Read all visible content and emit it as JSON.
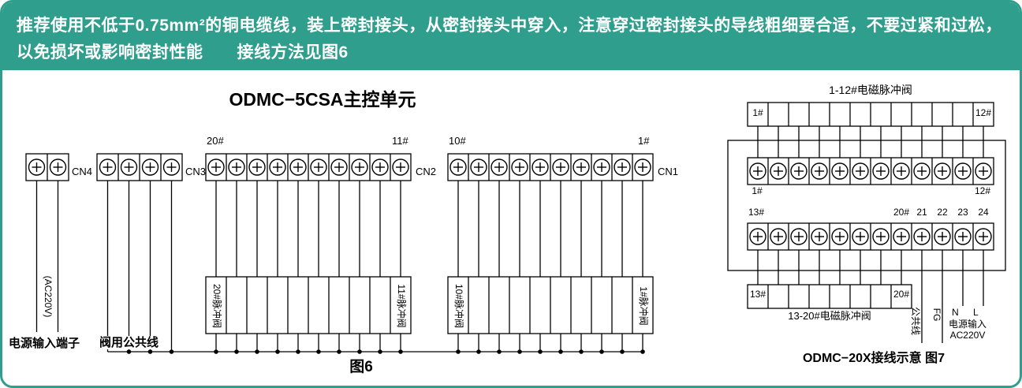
{
  "colors": {
    "banner_bg": "#2f9e8d",
    "line": "#000000",
    "banner_text": "#ffffff"
  },
  "banner": {
    "line1": "推荐使用不低于0.75mm²的铜电缆线，装上密封接头，从密封接头中穿入，注意穿过密封接头的导线粗细要合适，不要过紧和过松，",
    "line2": "以免损坏或影响密封性能　　接线方法见图6"
  },
  "figure6": {
    "title": "ODMC−5CSA主控单元",
    "caption": "图6",
    "cn4_label": "CN4",
    "cn3_label": "CN3",
    "cn2_label": "CN2",
    "cn1_label": "CN1",
    "cn2_left_num": "20#",
    "cn2_right_num": "11#",
    "cn1_left_num": "10#",
    "cn1_right_num": "1#",
    "valve_20": "20#脉冲阀",
    "valve_11": "11#脉冲阀",
    "valve_10": "10#脉冲阀",
    "valve_1": "1#脉冲阀",
    "ac_label": "(AC220V)",
    "power_terminal_label": "电源输入端子",
    "valve_common_label": "阀用公共线"
  },
  "figure7": {
    "caption": "ODMC−20X接线示意 图7",
    "top_group_label": "1-12#电磁脉冲阀",
    "bottom_group_label": "13-20#电磁脉冲阀",
    "top_strip_first": "1#",
    "top_strip_last": "12#",
    "row1_left": "1#",
    "row1_right": "12#",
    "row2_left": "13#",
    "row2_20": "20#",
    "t21": "21",
    "t22": "22",
    "t23": "23",
    "t24": "24",
    "bottom_strip_first": "13#",
    "bottom_strip_last": "20#",
    "common_line_label": "公共线",
    "fg_label": "FG",
    "n_label": "N",
    "l_label": "L",
    "power_input_line1": "电源输入",
    "power_input_line2": "AC220V"
  }
}
